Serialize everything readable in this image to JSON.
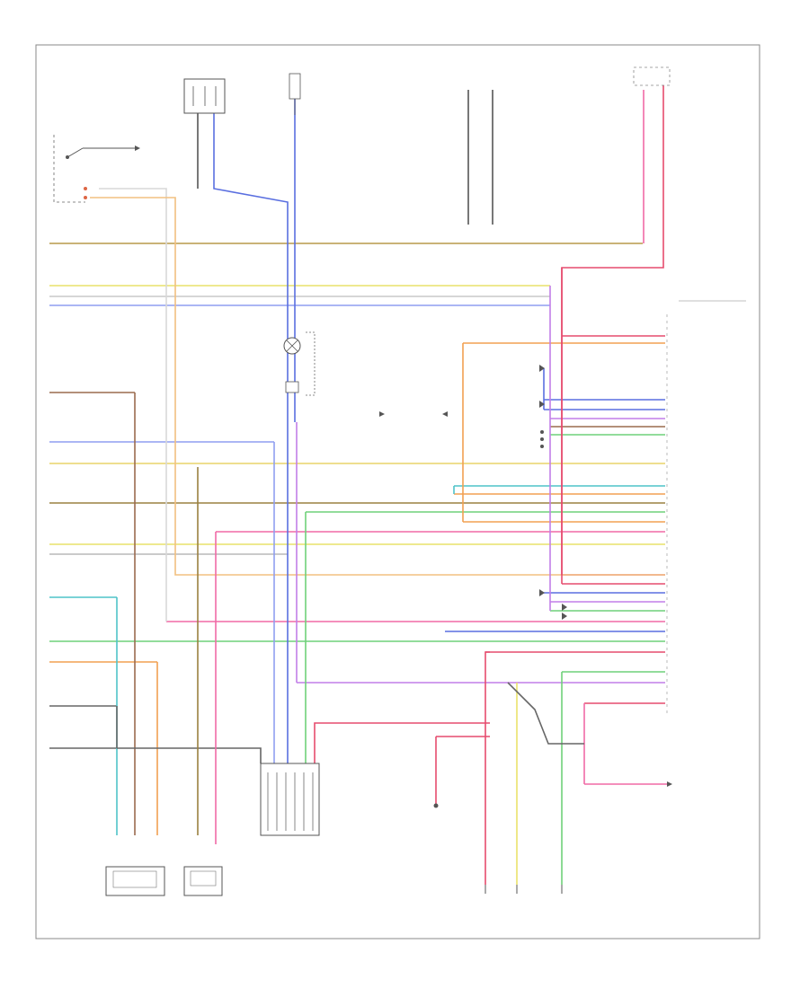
{
  "diagram": {
    "footer_code": "",
    "components": [
      {
        "id": "throttle-sensor",
        "label": ""
      },
      {
        "id": "ambient-sensor",
        "label": ""
      },
      {
        "id": "trans-connector",
        "label": ""
      },
      {
        "id": "oxygen-sensor",
        "label": ""
      },
      {
        "id": "pcm-header",
        "label": ""
      },
      {
        "id": "brake-switch",
        "label": ""
      },
      {
        "id": "switch-top-left",
        "label": ""
      },
      {
        "id": "junction-top",
        "label": ""
      }
    ],
    "wire_colors": {
      "blue": "#5a6fe0",
      "pink": "#f06aa6",
      "red": "#e64c6e",
      "orange": "#f2a052",
      "olive": "#b89a4a",
      "brown": "#9a6b4f",
      "green": "#6fd07a",
      "yellow": "#e9e26a",
      "cyan": "#4fc3c8",
      "violet": "#c27ee8",
      "grey": "#b8b8b8",
      "dark": "#555555"
    }
  }
}
